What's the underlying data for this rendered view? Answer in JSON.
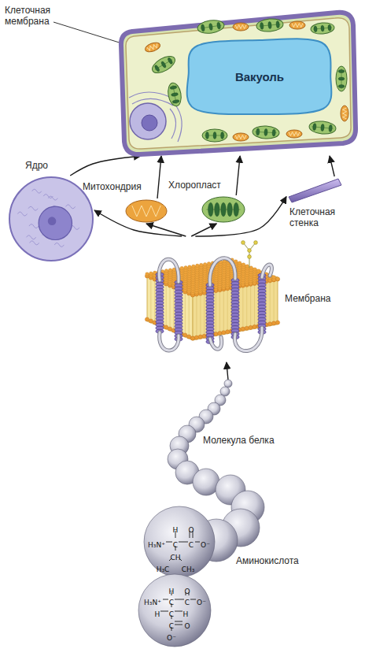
{
  "diagram": {
    "nodes": [
      {
        "text": [
          "Клеточная мембрана"
        ]
      },
      {
        "text": [
          "Вакуоль"
        ],
        "in": 0
      },
      {
        "text": [
          "Ядро"
        ]
      },
      {
        "text": [
          "Митохондрия"
        ]
      },
      {
        "text": [
          "Хлоропласт"
        ]
      },
      {
        "text": [
          "Клеточная стенка"
        ]
      },
      {
        "text": [
          "Мембрана"
        ]
      },
      {
        "text": [
          "Молекула белка"
        ]
      },
      {
        "text": [
          "Аминокислота"
        ]
      }
    ],
    "edges": [
      {
        "from": 7,
        "to": 6,
        "arrow": "to"
      },
      {
        "from": 6,
        "to": 2,
        "arrow": "to"
      },
      {
        "from": 6,
        "to": 3,
        "arrow": "to"
      },
      {
        "from": 6,
        "to": 4,
        "arrow": "to"
      },
      {
        "from": 6,
        "to": 5,
        "arrow": "to"
      },
      {
        "from": 2,
        "to": 0,
        "arrow": "to"
      },
      {
        "from": 3,
        "to": 0,
        "arrow": "to"
      },
      {
        "from": 4,
        "to": 0,
        "arrow": "to"
      },
      {
        "from": 5,
        "to": 0,
        "arrow": "to"
      }
    ],
    "labels": [
      "H",
      "O",
      "H₃N⁺",
      "C",
      "C",
      "O⁻",
      "CH",
      "H₃C",
      "CH₃",
      "H",
      "O",
      "H₃N⁺",
      "C",
      "C",
      "O⁻",
      "H",
      "C",
      "H",
      "C",
      "O",
      "O⁻"
    ]
  }
}
